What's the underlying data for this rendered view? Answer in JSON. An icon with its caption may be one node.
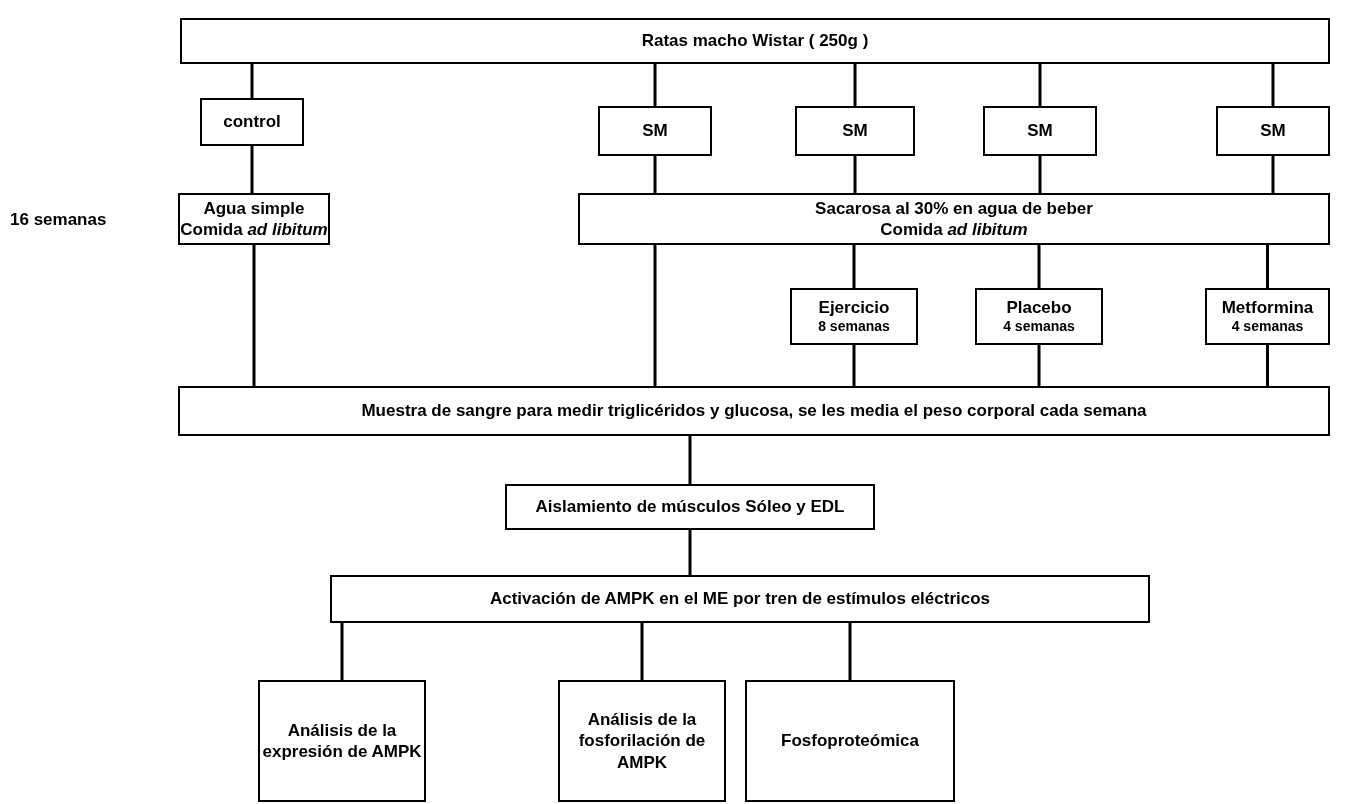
{
  "diagram": {
    "nodes": [
      {
        "text": [
          "Ratas macho Wistar ( 250g )"
        ]
      },
      {
        "text": [
          "control"
        ]
      },
      {
        "text": [
          "SM"
        ]
      },
      {
        "text": [
          "SM"
        ]
      },
      {
        "text": [
          "SM"
        ]
      },
      {
        "text": [
          "SM"
        ]
      },
      {
        "text": [
          "Agua simple",
          "Comida *ad libitum*"
        ]
      },
      {
        "text": [
          "Sacarosa al 30% en agua de beber",
          "Comida *ad libitum*"
        ]
      },
      {
        "text": [
          "Ejercicio",
          "8 semanas"
        ]
      },
      {
        "text": [
          "Placebo",
          "4 semanas"
        ]
      },
      {
        "text": [
          "Metformina",
          "4 semanas"
        ]
      },
      {
        "text": [
          "Muestra de sangre para medir triglicéridos y glucosa, se les media el peso corporal cada semana"
        ]
      },
      {
        "text": [
          "Aislamiento de músculos Sóleo y EDL"
        ]
      },
      {
        "text": [
          "Activación de AMPK en el ME por tren de estímulos eléctricos"
        ]
      },
      {
        "text": [
          "Análisis de la expresión de AMPK"
        ]
      },
      {
        "text": [
          "Análisis de la fosforilación de AMPK"
        ]
      },
      {
        "text": [
          "Fosfoproteómica"
        ]
      }
    ],
    "edges": [
      {
        "from": 0,
        "to": 1,
        "arrow": "none"
      },
      {
        "from": 0,
        "to": 2,
        "arrow": "none"
      },
      {
        "from": 0,
        "to": 3,
        "arrow": "none"
      },
      {
        "from": 0,
        "to": 4,
        "arrow": "none"
      },
      {
        "from": 0,
        "to": 5,
        "arrow": "none"
      },
      {
        "from": 1,
        "to": 6,
        "arrow": "none"
      },
      {
        "from": 2,
        "to": 7,
        "arrow": "none"
      },
      {
        "from": 3,
        "to": 7,
        "arrow": "none"
      },
      {
        "from": 4,
        "to": 7,
        "arrow": "none"
      },
      {
        "from": 5,
        "to": 7,
        "arrow": "none"
      },
      {
        "from": 6,
        "to": 11,
        "arrow": "none"
      },
      {
        "from": 7,
        "to": 11,
        "arrow": "none"
      },
      {
        "from": 7,
        "to": 8,
        "arrow": "none"
      },
      {
        "from": 7,
        "to": 9,
        "arrow": "none"
      },
      {
        "from": 7,
        "to": 10,
        "arrow": "none"
      },
      {
        "from": 8,
        "to": 11,
        "arrow": "none"
      },
      {
        "from": 9,
        "to": 11,
        "arrow": "none"
      },
      {
        "from": 10,
        "to": 11,
        "arrow": "none"
      },
      {
        "from": 11,
        "to": 12,
        "arrow": "none"
      },
      {
        "from": 12,
        "to": 13,
        "arrow": "none"
      },
      {
        "from": 13,
        "to": 14,
        "arrow": "none"
      },
      {
        "from": 13,
        "to": 15,
        "arrow": "none"
      },
      {
        "from": 13,
        "to": 16,
        "arrow": "none"
      }
    ],
    "labels": [
      "16 semanas"
    ]
  }
}
